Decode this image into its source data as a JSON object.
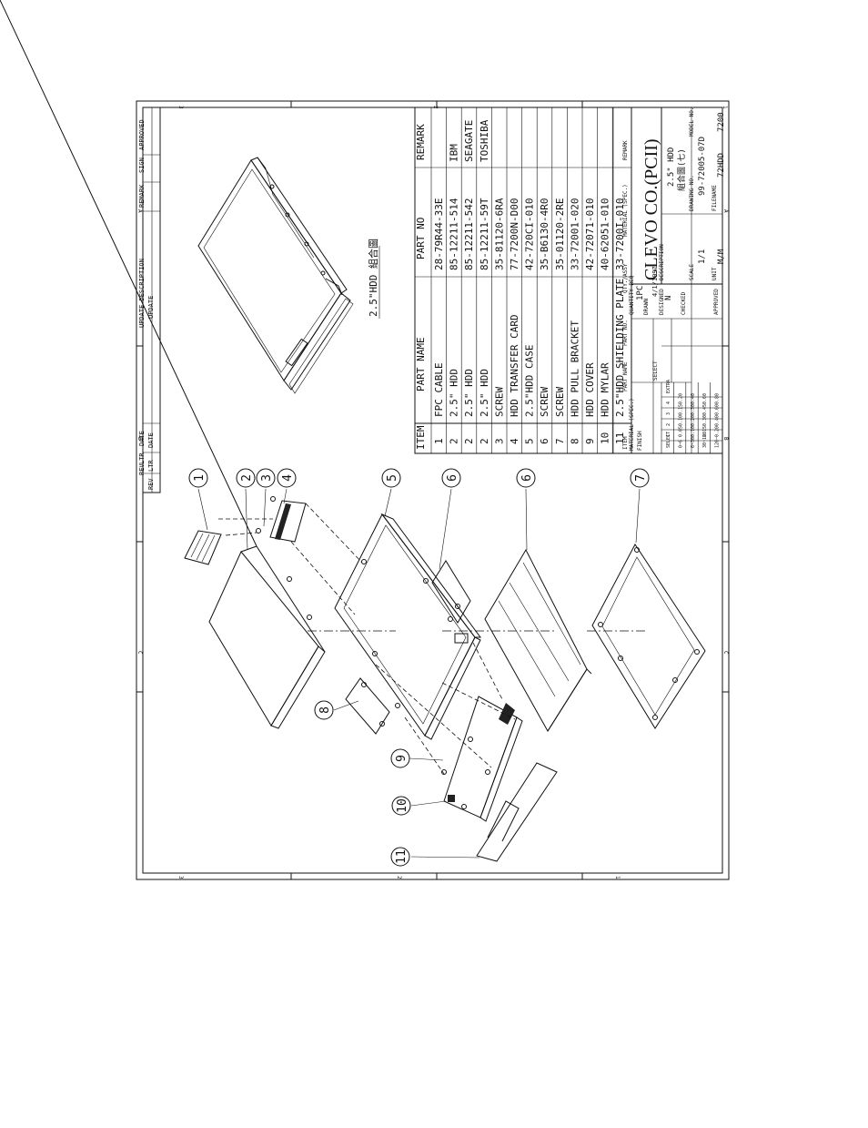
{
  "drawing": {
    "perspective_title": "2.5\"HDD 組合圖",
    "zone_numbers": {
      "top": [
        "3",
        "2",
        "1"
      ],
      "side": [
        "A",
        "B",
        "C"
      ]
    },
    "revision_headers": [
      "REV.",
      "LTR",
      "DATE",
      "UPDATE DESCRIPTION",
      "REMARK",
      "SIGN",
      "APPROVED"
    ],
    "revision_row": [
      "REV",
      "LTR",
      "DATE",
      "UPDATE"
    ]
  },
  "bom": {
    "headers": [
      "ITEM",
      "PART  NAME",
      "PART  NO",
      "REMARK"
    ],
    "rows": [
      [
        "1",
        "FPC CABLE",
        "28-79R44-33E",
        ""
      ],
      [
        "2",
        "2.5\" HDD",
        "85-12211-514",
        "IBM"
      ],
      [
        "2",
        "2.5\" HDD",
        "85-12211-542",
        "SEAGATE"
      ],
      [
        "2",
        "2.5\" HDD",
        "85-12211-59T",
        "TOSHIBA"
      ],
      [
        "3",
        "SCREW",
        "35-81120-6RA",
        ""
      ],
      [
        "4",
        "HDD TRANSFER CARD",
        "77-7200N-D00",
        ""
      ],
      [
        "5",
        "2.5\"HDD CASE",
        "42-720CI-010",
        ""
      ],
      [
        "6",
        "SCREW",
        "35-B6130-4R0",
        ""
      ],
      [
        "7",
        "SCREW",
        "35-01120-2RE",
        ""
      ],
      [
        "8",
        "HDD PULL BRACKET",
        "33-72001-020",
        ""
      ],
      [
        "9",
        "HDD COVER",
        "42-72071-010",
        ""
      ],
      [
        "10",
        "HDD MYLAR",
        "40-62051-010",
        ""
      ],
      [
        "11",
        "2.5\"HDD SHIELDING PLATE",
        "33-7200I-010",
        ""
      ]
    ],
    "footer": [
      "ITEM",
      "PART NAME",
      "PART NO.",
      "MATERIAL (SPEC.)",
      "QTY./ASSY",
      "REMARK"
    ]
  },
  "title_block": {
    "company": "CLEVO  CO.(PCII)",
    "material_label": "MATERIAL (SPEC.)",
    "finish_label": "FINISH",
    "quantity_label": "QUANTITY REQ",
    "quantity_value": "1PC",
    "drawn_label": "DRAWN",
    "drawn_value": "4/1/1997",
    "designed_label": "DESIGNED",
    "checked_label": "CHECKED",
    "approved_label": "APPROVED",
    "description_label": "DESCRIPTION",
    "description_lines": [
      "2.5\" HDD",
      "組合圖(七)"
    ],
    "drawing_no_label": "DRAWING NO.",
    "drawing_no": "99-72005-07D",
    "scale_label": "SCALE",
    "scale": "1/1",
    "unit_label": "UNIT",
    "unit": "M/M",
    "filename_label": "FILENAME",
    "filename": "72HDD",
    "model_label": "MODEL NO.",
    "model": "7200",
    "initial": "N",
    "tolerance_headers": [
      "SELECT",
      "1",
      "2",
      "3",
      "4",
      "EXTRA"
    ],
    "tolerance_rows": [
      [
        "0~6",
        "0.05",
        "0.10",
        "0.15",
        "0.20",
        ""
      ],
      [
        "6~30",
        "0.10",
        "0.20",
        "0.30",
        "0.40",
        ""
      ],
      [
        "30~120",
        "0.15",
        "0.30",
        "0.45",
        "0.60",
        ""
      ],
      [
        "120~",
        "0.20",
        "0.40",
        "0.60",
        "0.80",
        ""
      ]
    ]
  },
  "balloons": [
    "1",
    "2",
    "3",
    "4",
    "5",
    "6",
    "6",
    "7",
    "8",
    "9",
    "10",
    "11"
  ]
}
